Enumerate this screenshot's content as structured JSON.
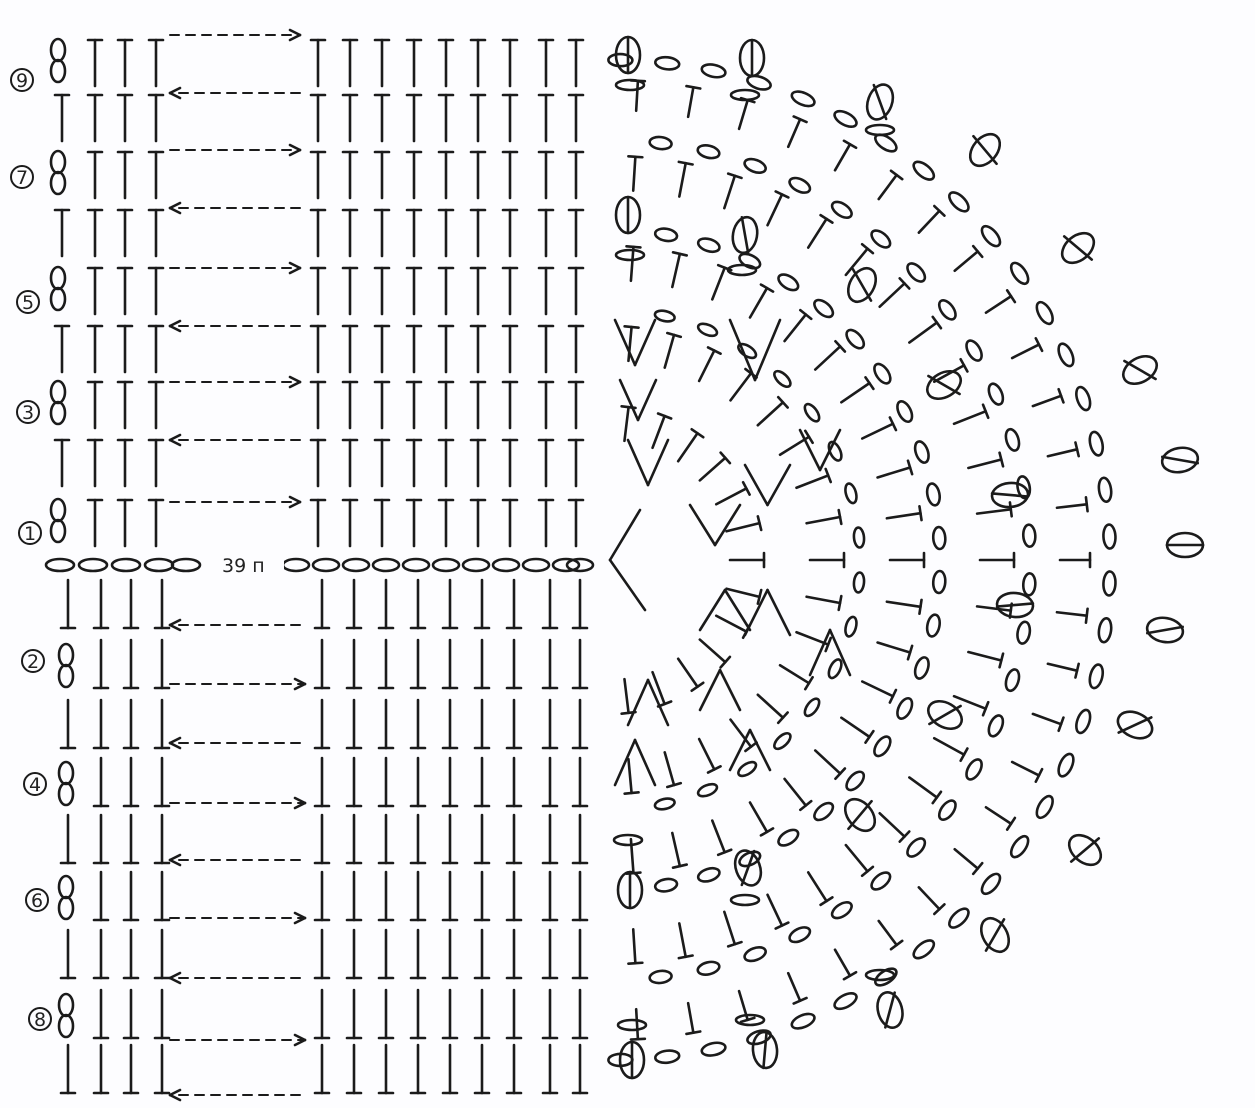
{
  "diagram": {
    "foundation_label": "39 п",
    "row_labels": {
      "r9": "9",
      "r7": "7",
      "r5": "5",
      "r3": "3",
      "r1": "1",
      "r2": "2",
      "r4": "4",
      "r6": "6",
      "r8": "8"
    },
    "ink_color": "#1b1b1b",
    "paper_color": "#fdfdff"
  }
}
